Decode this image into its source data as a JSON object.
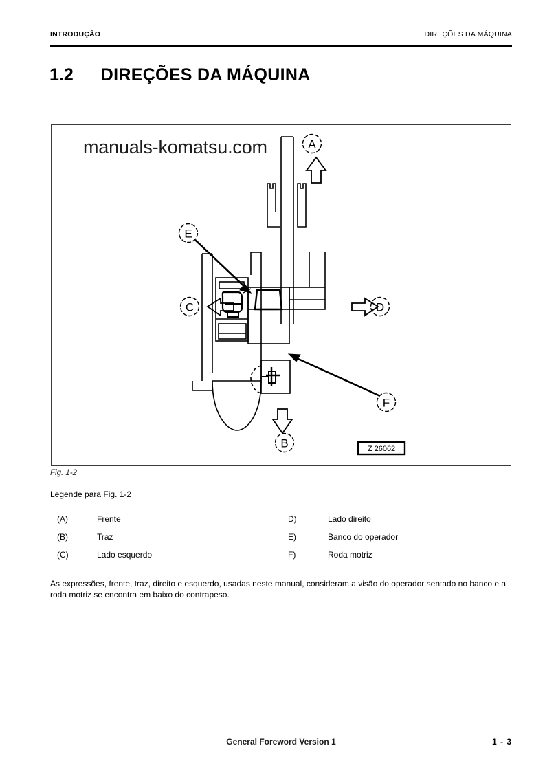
{
  "header": {
    "left": "INTRODUÇÃO",
    "right": "DIREÇÕES DA MÁQUINA"
  },
  "title": {
    "number": "1.2",
    "text": "DIREÇÕES DA MÁQUINA"
  },
  "figure": {
    "watermark": "manuals-komatsu.com",
    "id_label": "Z 26062",
    "caption": "Fig. 1-2",
    "markers": [
      {
        "label": "A",
        "note": "front / up arrow"
      },
      {
        "label": "B",
        "note": "rear / down arrow"
      },
      {
        "label": "C",
        "note": "left side / left arrow"
      },
      {
        "label": "D",
        "note": "right side / right arrow"
      },
      {
        "label": "E",
        "note": "operator seat / leader line"
      },
      {
        "label": "F",
        "note": "drive wheel / leader line"
      }
    ]
  },
  "legend": {
    "title": "Legende para Fig. 1-2",
    "rows": [
      {
        "left_key": "(A)",
        "left_val": "Frente",
        "right_key": "D)",
        "right_val": "Lado direito"
      },
      {
        "left_key": "(B)",
        "left_val": "Traz",
        "right_key": "E)",
        "right_val": "Banco do operador"
      },
      {
        "left_key": "(C)",
        "left_val": "Lado esquerdo",
        "right_key": "F)",
        "right_val": "Roda motriz"
      }
    ]
  },
  "body": {
    "paragraph": "As expressões, frente, traz, direito e esquerdo, usadas neste manual, consideram a visão do operador sentado no banco e a roda motriz se encontra em baixo do contrapeso."
  },
  "footer": {
    "center": "General Foreword Version 1",
    "page": "1 - 3"
  },
  "colors": {
    "ink": "#000000",
    "frame": "#3b3b3b",
    "watermark": "#1c1c1c"
  }
}
